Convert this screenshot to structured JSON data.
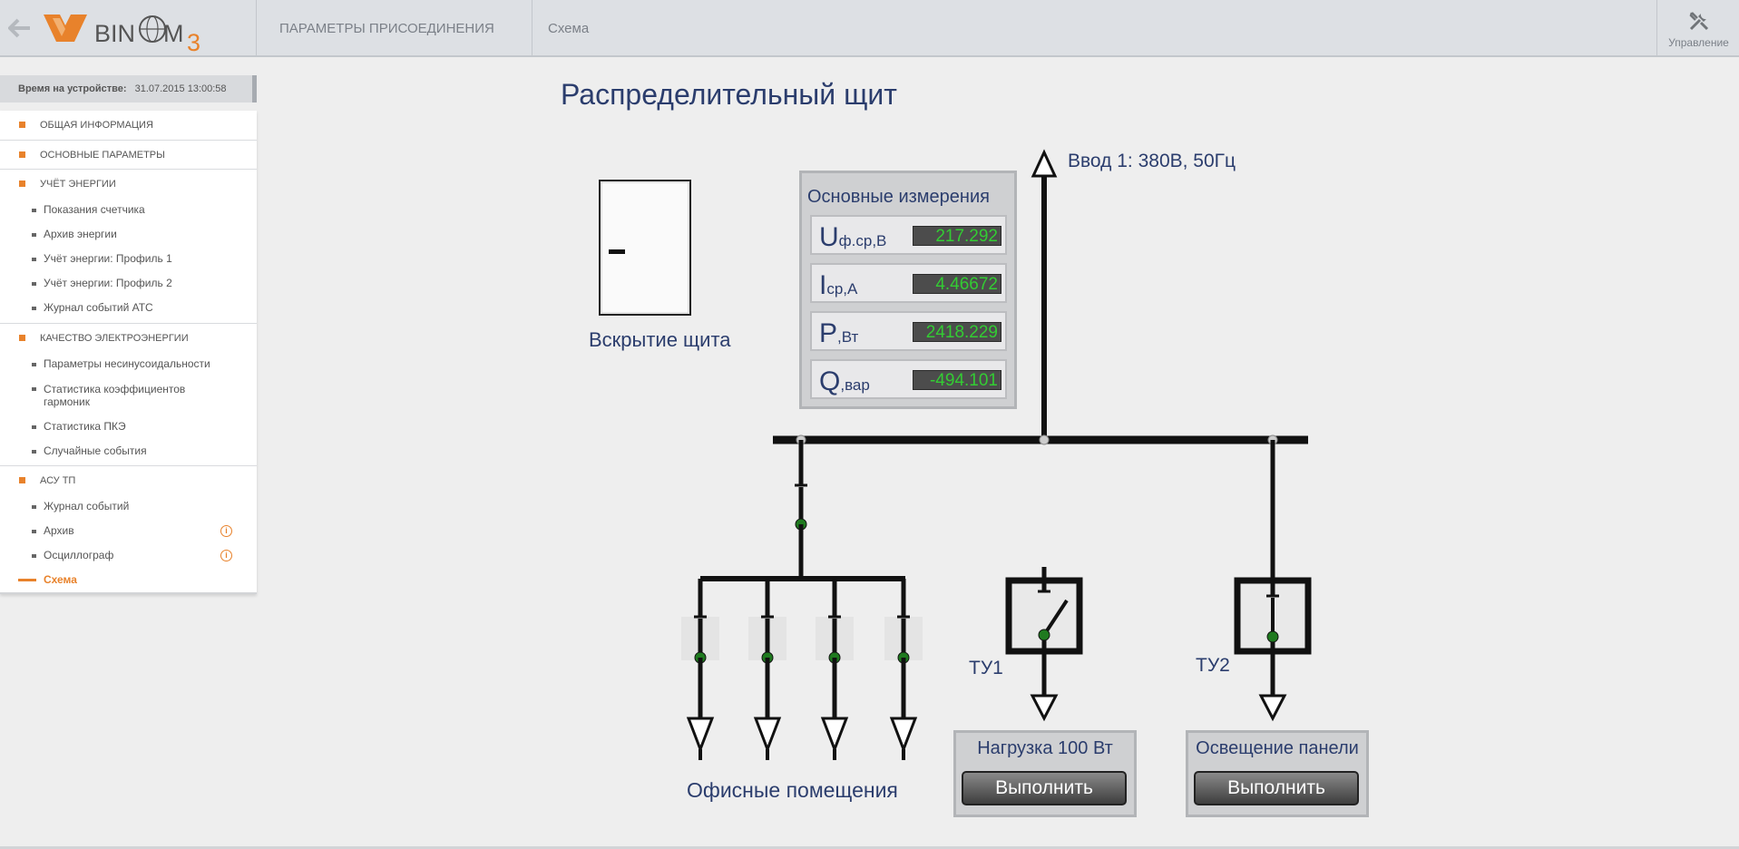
{
  "header": {
    "logo_text": "BINOM3",
    "nav": [
      {
        "label": "ПАРАМЕТРЫ ПРИСОЕДИНЕНИЯ"
      },
      {
        "label": "Схема"
      }
    ],
    "manage_label": "Управление"
  },
  "sidebar": {
    "device_time_label": "Время на устройстве:",
    "device_time_value": "31.07.2015 13:00:58",
    "sections": [
      {
        "label": "ОБЩАЯ ИНФОРМАЦИЯ",
        "items": []
      },
      {
        "label": "ОСНОВНЫЕ ПАРАМЕТРЫ",
        "items": []
      },
      {
        "label": "УЧЁТ ЭНЕРГИИ",
        "items": [
          {
            "label": "Показания счетчика"
          },
          {
            "label": "Архив энергии"
          },
          {
            "label": "Учёт энергии: Профиль 1"
          },
          {
            "label": "Учёт энергии: Профиль 2"
          },
          {
            "label": "Журнал событий АТС"
          }
        ]
      },
      {
        "label": "КАЧЕСТВО ЭЛЕКТРОЭНЕРГИИ",
        "items": [
          {
            "label": "Параметры несинусоидальности"
          },
          {
            "label": "Статистика коэффициентов гармоник"
          },
          {
            "label": "Статистика ПКЭ"
          },
          {
            "label": "Случайные события"
          }
        ]
      },
      {
        "label": "АСУ ТП",
        "items": [
          {
            "label": "Журнал событий"
          },
          {
            "label": "Архив",
            "info": true
          },
          {
            "label": "Осциллограф",
            "info": true
          },
          {
            "label": "Схема",
            "active": true
          }
        ]
      }
    ]
  },
  "main": {
    "title": "Распределительный щит",
    "cabinet_label": "Вскрытие щита",
    "input_label": "Ввод 1: 380В, 50Гц",
    "measurements": {
      "title": "Основные измерения",
      "rows": [
        {
          "letter": "U",
          "unit": "ф.ср,В",
          "value": "217.292"
        },
        {
          "letter": "I",
          "unit": "ср,А",
          "value": "4.46672"
        },
        {
          "letter": "P",
          "unit": ",Вт",
          "value": "2418.229"
        },
        {
          "letter": "Q",
          "unit": ",вар",
          "value": "-494.101"
        }
      ]
    },
    "tu1_label": "ТУ1",
    "tu2_label": "ТУ2",
    "office_label": "Офисные помещения",
    "load_panel": {
      "label": "Нагрузка 100 Вт",
      "button": "Выполнить"
    },
    "light_panel": {
      "label": "Освещение панели",
      "button": "Выполнить"
    }
  },
  "colors": {
    "accent": "#e8822b",
    "title_blue": "#2b3d6d",
    "value_green": "#33cc33",
    "node_green": "#1f7a1f"
  }
}
